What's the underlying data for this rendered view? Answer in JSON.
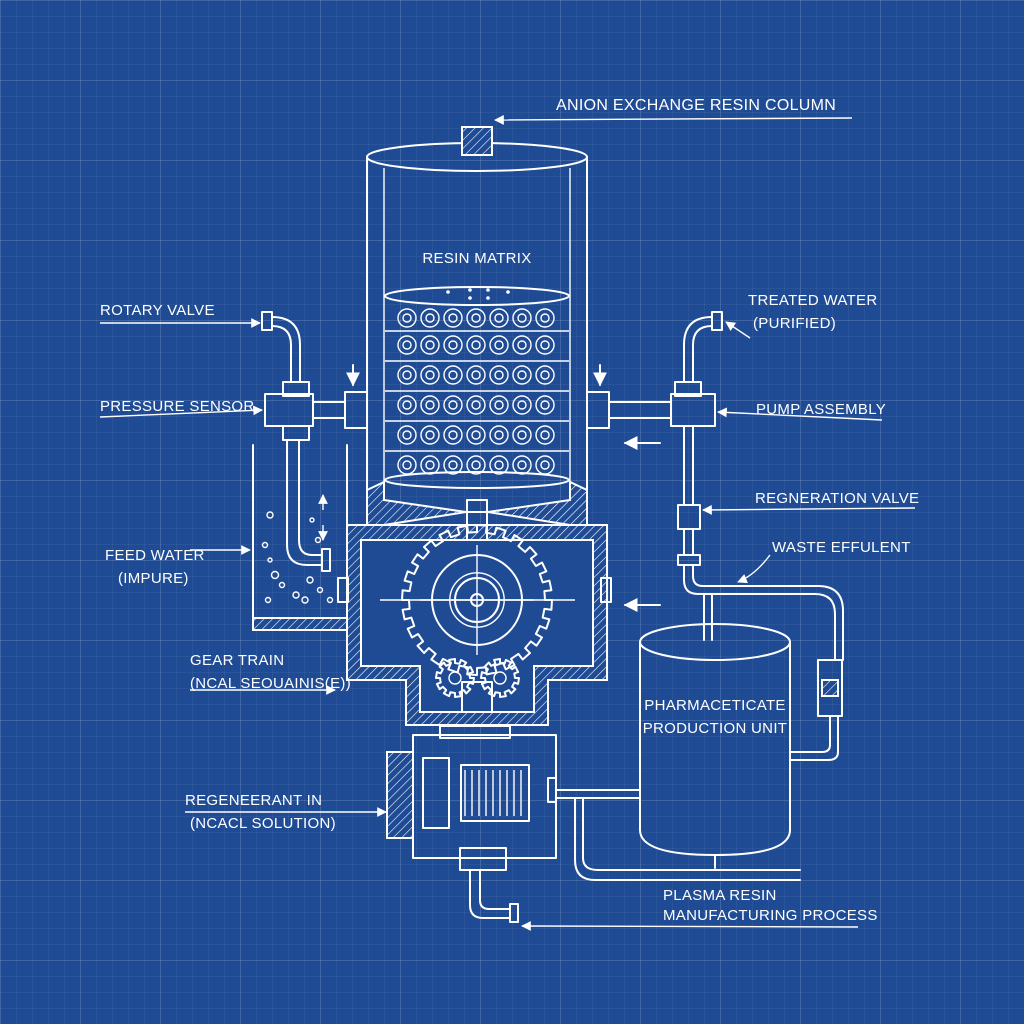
{
  "labels": {
    "column": "ANION EXCHANGE RESIN COLUMN",
    "resin_matrix": "RESIN MATRIX",
    "rotary_valve": "ROTARY VALVE",
    "treated_water_1": "TREATED WATER",
    "treated_water_2": "(PURIFIED)",
    "pressure_sensor": "PRESSURE SENSOR",
    "pump_assembly": "PUMP ASSEMBLY",
    "regeneration_valve": "REGNERATION VALVE",
    "feed_water_1": "FEED WATER",
    "feed_water_2": "(IMPURE)",
    "waste_effluent": "WASTE EFFULENT",
    "gear_train_1": "GEAR TRAIN",
    "gear_train_2": "(NCAL SEOUAINIS(E))",
    "pharma_1": "PHARMACETICATE",
    "pharma_2": "PRODUCTION UNIT",
    "regenerant_1": "REGENEERANT IN",
    "regenerant_2": "(NCACL SOLUTION)",
    "plasma_1": "PLASMA RESIN",
    "plasma_2": "MANUFACTURING PROCESS"
  },
  "colors": {
    "background": "#1f4b95",
    "line": "#ffffff"
  }
}
